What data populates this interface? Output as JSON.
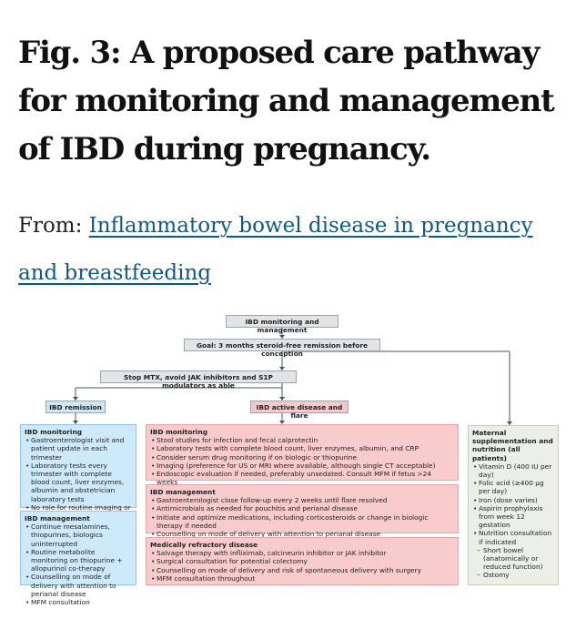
{
  "title": "Fig. 3: A proposed care pathway for monitoring and management of IBD during pregnancy.",
  "from_label": "From:",
  "from_link": "Inflammatory bowel disease in pregnancy and breastfeeding",
  "diagram": {
    "top": "IBD monitoring and management",
    "goal": "Goal: 3 months steroid-free remission before conception",
    "stop": "Stop MTX, avoid JAK inhibitors and S1P modulators as able",
    "remission": "IBD remission",
    "active": "IBD active disease and flare",
    "remission_monitoring": {
      "heading": "IBD monitoring",
      "items": [
        "Gastroenterologist visit and patient update in each trimester",
        "Laboratory tests every trimester with complete blood count, liver enzymes, albumin and obstetrician laboratory tests",
        "No role for routine imaging or endoscopy"
      ]
    },
    "remission_management": {
      "heading": "IBD management",
      "items": [
        "Continue mesalamines, thiopurines, biologics uninterrupted",
        "Routine metabolite monitoring on thiopurine + allopurinol co-therapy",
        "Counselling on mode of delivery with attention to perianal disease",
        "MFM consultation"
      ]
    },
    "active_monitoring": {
      "heading": "IBD monitoring",
      "items": [
        "Stool studies for infection and fecal calprotectin",
        "Laboratory tests with complete blood count, liver enzymes, albumin, and CRP",
        "Consider serum drug monitoring if on biologic or thiopurine",
        "Imaging (preference for US or MRI where available, although single CT acceptable)",
        "Endoscopic evaluation if needed, preferably unsedated. Consult MFM if fetus >24 weeks"
      ]
    },
    "active_management": {
      "heading": "IBD management",
      "items": [
        "Gastroenterologist close  follow-up every 2 weeks until flare resolved",
        "Antimicrobials as needed for pouchitis and perianal disease",
        "Initiate and optimize medications, including corticosteroids or change in biologic therapy if needed",
        "Counselling on mode of delivery with attention to perianal disease"
      ]
    },
    "refractory": {
      "heading": "Medically refractory disease",
      "items": [
        "Salvage therapy with infliximab, calcineurin inhibitor or JAK inhibitor",
        "Surgical consultation for potential colectomy",
        "Counselling on mode of delivery and risk of spontaneous delivery with surgery",
        "MFM consultation throughout"
      ]
    },
    "maternal": {
      "heading": "Maternal supplementation and nutrition (all patients)",
      "items": [
        "Vitamin D (400 IU per day)",
        "Folic acid (≥400 μg per day)",
        "Iron (dose varies)",
        "Aspirin prophylaxis from week 12 gestation",
        "Nutrition consultation if indicated"
      ],
      "subitems": [
        "Short bowel (anatomically or reduced function)",
        "Ostomy"
      ]
    }
  }
}
